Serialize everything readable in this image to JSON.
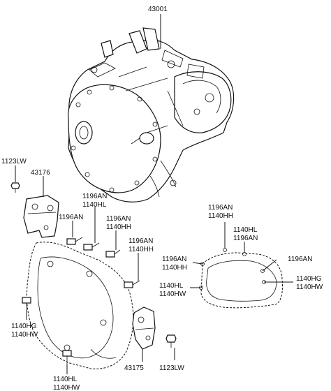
{
  "labels": {
    "l43001": "43001",
    "l1123lw_a": "1123LW",
    "l43176": "43176",
    "l1196an_1": "1196AN",
    "l1140hl_1": "1140HL",
    "l1196an_2": "1196AN",
    "l1196an_3": "1196AN",
    "l1140hh_1": "1140HH",
    "l1196an_4": "1196AN",
    "l1140hh_2": "1140HH",
    "l1196an_5": "1196AN",
    "l1140hh_3": "1140HH",
    "l1140hl_2": "1140HL",
    "l1196an_6": "1196AN",
    "l1196an_7": "1196AN",
    "l1140hh_4": "1140HH",
    "l1196an_8": "1196AN",
    "l1140hl_3": "1140HL",
    "l1140hw_1": "1140HW",
    "l1140hg_1": "1140HG",
    "l1140hw_2": "1140HW",
    "l1140hg_2": "1140HG",
    "l1140hw_3": "1140HW",
    "l43175": "43175",
    "l1123lw_b": "1123LW",
    "l1140hl_4": "1140HL",
    "l1140hw_4": "1140HW"
  }
}
